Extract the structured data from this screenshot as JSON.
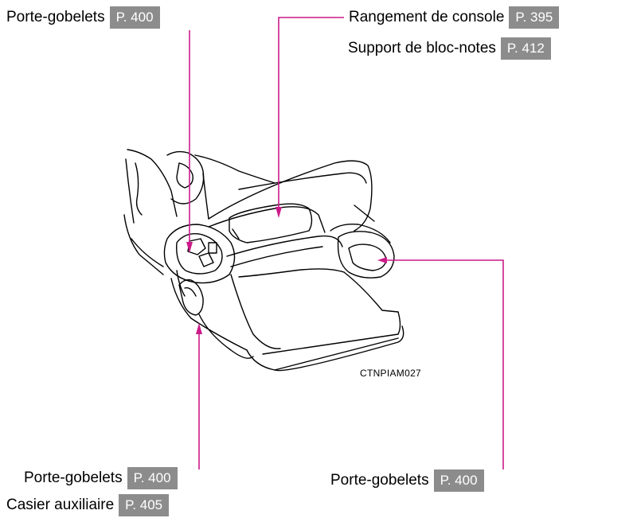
{
  "labels": {
    "cup_holder_top": {
      "text": "Porte-gobelets",
      "page": "P. 400"
    },
    "console_storage": {
      "text": "Rangement de console",
      "page": "P. 395"
    },
    "notepad_holder": {
      "text": "Support de bloc-notes",
      "page": "P. 412"
    },
    "cup_holder_bottom_left": {
      "text": "Porte-gobelets",
      "page": "P. 400"
    },
    "auxiliary_box": {
      "text": "Casier auxiliaire",
      "page": "P. 405"
    },
    "cup_holder_bottom_right": {
      "text": "Porte-gobelets",
      "page": "P. 400"
    }
  },
  "figure_code": "CTNPIAM027",
  "colors": {
    "leader_line": "#cc1a8a",
    "page_badge": "#8c8c8c"
  }
}
